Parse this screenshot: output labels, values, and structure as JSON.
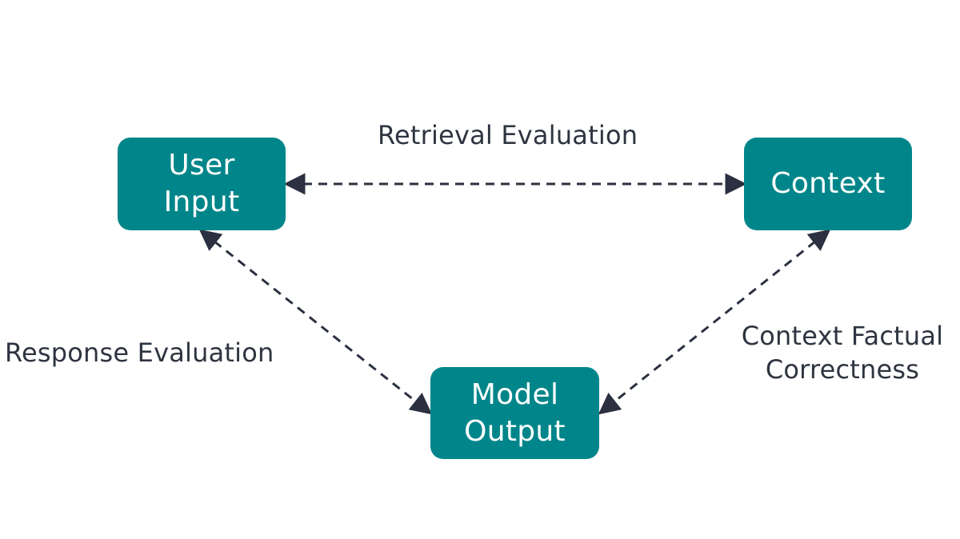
{
  "nodes": {
    "user_input": {
      "line1": "User",
      "line2": "Input"
    },
    "context": {
      "label": "Context"
    },
    "model_output": {
      "line1": "Model",
      "line2": "Output"
    }
  },
  "edges": {
    "retrieval": {
      "label": "Retrieval Evaluation"
    },
    "response": {
      "label": "Response Evaluation"
    },
    "factual": {
      "line1": "Context Factual",
      "line2": "Correctness"
    }
  },
  "colors": {
    "node_fill": "#00868a",
    "node_text": "#ffffff",
    "edge": "#2b3140",
    "label_text": "#2e3440"
  }
}
